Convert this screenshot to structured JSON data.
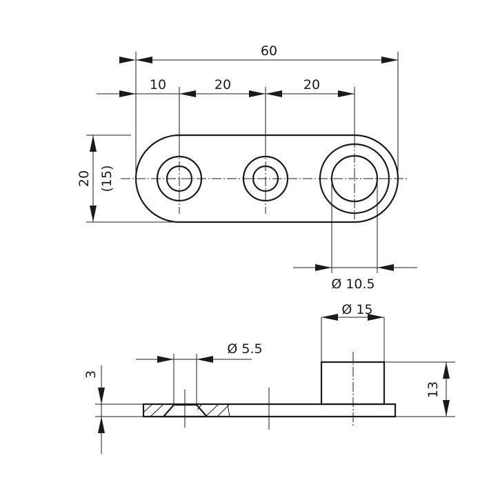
{
  "title": "Mounting plate technical drawing",
  "top_view": {
    "overall_length": "60",
    "spacing_edge": "10",
    "spacing_1": "20",
    "spacing_2": "20",
    "height": "20",
    "height_ref": "(15)",
    "large_hole_diameter": "Ø 10.5"
  },
  "side_view": {
    "boss_diameter": "Ø 15",
    "countersink_diameter": "Ø 5.5",
    "thickness": "3",
    "total_height": "13"
  }
}
